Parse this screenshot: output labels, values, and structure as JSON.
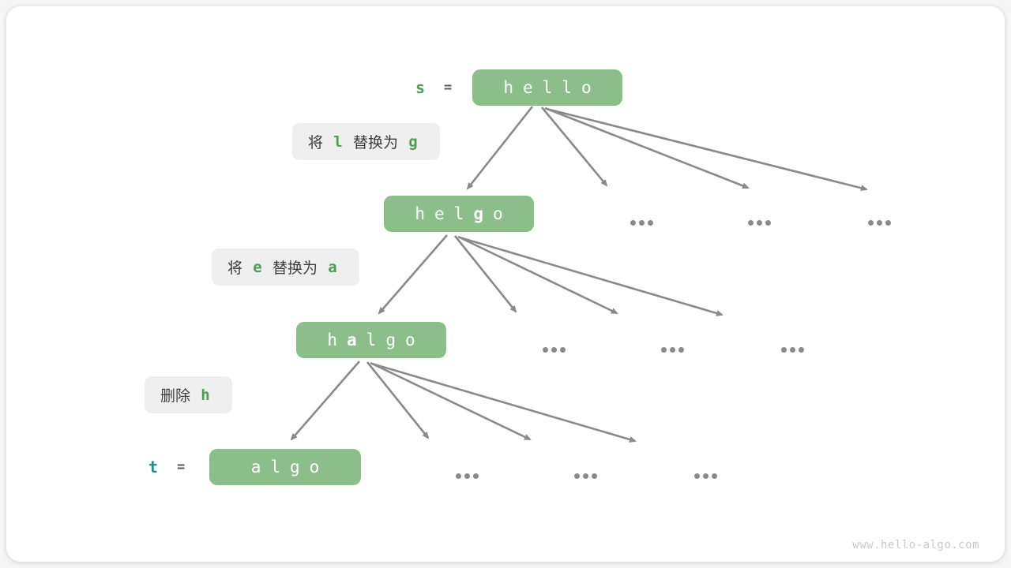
{
  "title_context": "edit distance transformation tree",
  "colors": {
    "node_green": "#8cbe8c",
    "label_bg": "#efefef",
    "code_green": "#4c9e50",
    "var_s_green": "#4c9e50",
    "var_t_teal": "#2b8a84",
    "arrow_gray": "#8a8a8a",
    "label_text": "#3c3c3c",
    "watermark_gray": "#c9c9c9"
  },
  "variables": {
    "s": {
      "name": "s",
      "operator": "="
    },
    "t": {
      "name": "t",
      "operator": "="
    }
  },
  "nodes": {
    "hello": {
      "text": "hello",
      "bold": ""
    },
    "helgo": {
      "text": "helgo",
      "bold": "g"
    },
    "halgo": {
      "text": "halgo",
      "bold": "a"
    },
    "algo": {
      "text": "algo",
      "bold": ""
    }
  },
  "operations": {
    "op1": {
      "segments": [
        {
          "text": "将 ",
          "code": false
        },
        {
          "text": "l",
          "code": true
        },
        {
          "text": " 替换为 ",
          "code": false
        },
        {
          "text": "g",
          "code": true
        }
      ]
    },
    "op2": {
      "segments": [
        {
          "text": "将 ",
          "code": false
        },
        {
          "text": "e",
          "code": true
        },
        {
          "text": " 替换为 ",
          "code": false
        },
        {
          "text": "a",
          "code": true
        }
      ]
    },
    "op3": {
      "segments": [
        {
          "text": "删除 ",
          "code": false
        },
        {
          "text": "h",
          "code": true
        }
      ]
    }
  },
  "icons": {
    "ellipsis-icon": "three-horizontal-dots"
  },
  "watermark": "www.hello-algo.com"
}
